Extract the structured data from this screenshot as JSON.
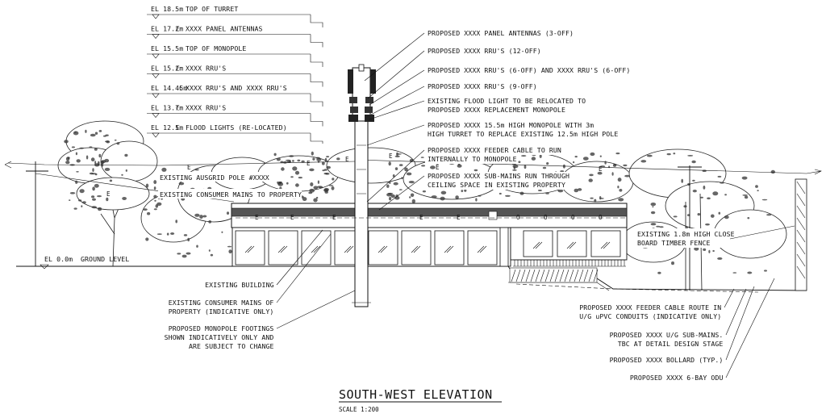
{
  "elevation_levels": [
    {
      "level": "EL 18.5m",
      "description": "TOP OF TURRET"
    },
    {
      "level": "EL 17.2m",
      "description": "XXXX PANEL ANTENNAS"
    },
    {
      "level": "EL 15.5m",
      "description": "TOP OF MONOPOLE"
    },
    {
      "level": "EL 15.2m",
      "description": "XXXX RRU'S"
    },
    {
      "level": "EL 14.45m",
      "description": "XXXX RRU'S AND XXXX RRU'S"
    },
    {
      "level": "EL 13.7m",
      "description": "XXXX RRU'S"
    },
    {
      "level": "EL 12.5m",
      "description": "FLOOD LIGHTS (RE-LOCATED)"
    }
  ],
  "ground": {
    "level": "EL 0.0m",
    "label": "GROUND LEVEL"
  },
  "right_callouts": [
    [
      "PROPOSED XXXX PANEL ANTENNAS (3-OFF)"
    ],
    [
      "PROPOSED XXXX RRU'S (12-OFF)"
    ],
    [
      "PROPOSED XXXX RRU'S (6-OFF) AND XXXX RRU'S (6-OFF)"
    ],
    [
      "PROPOSED XXXX RRU'S (9-OFF)"
    ],
    [
      "EXISTING FLOOD LIGHT TO BE RELOCATED TO",
      "PROPOSED XXXX REPLACEMENT MONOPOLE"
    ],
    [
      "PROPOSED XXXX 15.5m HIGH MONOPOLE WITH 3m",
      "HIGH TURRET TO REPLACE EXISTING 12.5m HIGH POLE"
    ],
    [
      "PROPOSED XXXX FEEDER CABLE TO RUN",
      "INTERNALLY TO MONOPOLE"
    ],
    [
      "PROPOSED XXXX SUB-MAINS RUN THROUGH",
      "CEILING SPACE IN EXISTING PROPERTY"
    ]
  ],
  "mid_labels": {
    "ausgrid_pole": "EXISTING AUSGRID POLE #XXXX",
    "consumer_mains": "EXISTING CONSUMER MAINS TO PROPERTY",
    "fence": [
      "EXISTING 1.8m HIGH CLOSE",
      "BOARD TIMBER FENCE"
    ]
  },
  "lower_left_callouts": [
    [
      "EXISTING BUILDING"
    ],
    [
      "EXISTING CONSUMER MAINS OF",
      "PROPERTY (INDICATIVE ONLY)"
    ],
    [
      "PROPOSED MONOPOLE FOOTINGS",
      "SHOWN INDICATIVELY ONLY AND",
      "ARE SUBJECT TO CHANGE"
    ]
  ],
  "lower_right_callouts": [
    [
      "PROPOSED XXXX FEEDER CABLE ROUTE IN",
      "U/G uPVC CONDUITS (INDICATIVE ONLY)"
    ],
    [
      "PROPOSED XXXX U/G SUB-MAINS.",
      "TBC AT DETAIL DESIGN STAGE"
    ],
    [
      "PROPOSED XXXX BOLLARD (TYP.)"
    ],
    [
      "PROPOSED XXXX 6-BAY ODU"
    ]
  ],
  "title": "SOUTH-WEST ELEVATION",
  "scale": "SCALE 1:200",
  "line_markers": {
    "electric": "E",
    "other": "O"
  }
}
